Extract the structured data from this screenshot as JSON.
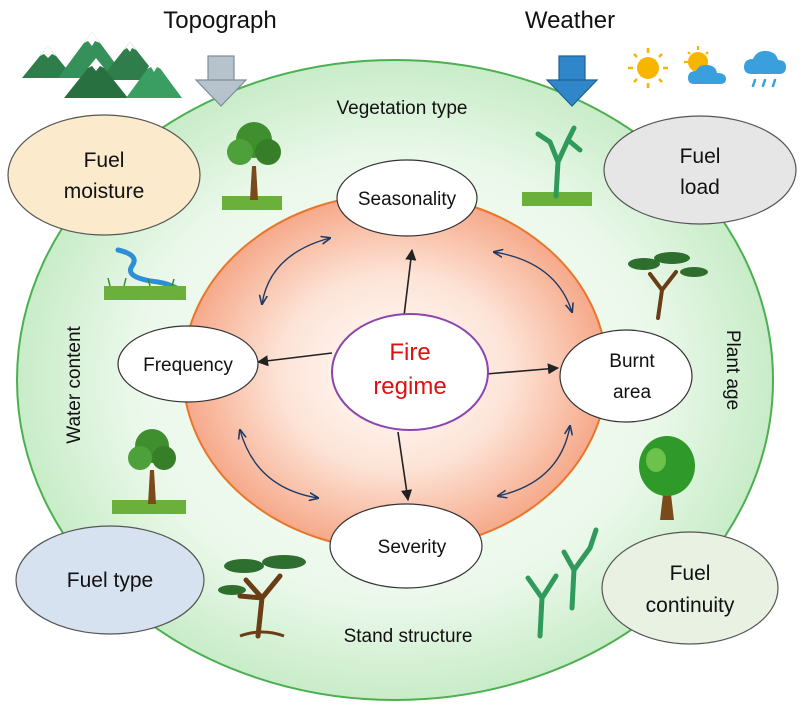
{
  "header": {
    "topograph": "Topograph",
    "weather": "Weather"
  },
  "ring": {
    "top": "Vegetation type",
    "bottom": "Stand structure",
    "left": "Water content",
    "right": "Plant age"
  },
  "fuel": {
    "moisture": [
      "Fuel",
      "moisture"
    ],
    "load": [
      "Fuel",
      "load"
    ],
    "type": "Fuel type",
    "continuity": [
      "Fuel",
      "continuity"
    ]
  },
  "center": [
    "Fire",
    "regime"
  ],
  "nodes": {
    "seasonality": "Seasonality",
    "frequency": "Frequency",
    "burnt_area": [
      "Burnt",
      "area"
    ],
    "severity": "Severity"
  },
  "colors": {
    "outer_fill": "#d4f0d4",
    "outer_stroke": "#4caf50",
    "inner_fill": "#f8b49a",
    "inner_stroke": "#e8762b",
    "center_stroke": "#8e44ad",
    "center_text": "#e01010",
    "arrow_dark": "#1f3a66",
    "fuel_moisture": "#fbeacb",
    "fuel_load": "#e6e6e6",
    "fuel_type": "#d6e2f0",
    "fuel_continuity": "#e8f1e2",
    "topo_arrow": "#b6c2cc",
    "weather_arrow": "#2f86c8"
  },
  "icons": [
    "mountains-icon",
    "sun-icon",
    "partly-cloudy-icon",
    "rain-cloud-icon",
    "tree-icon",
    "river-icon",
    "bare-tree-icon",
    "acacia-tree-icon",
    "round-tree-icon"
  ]
}
